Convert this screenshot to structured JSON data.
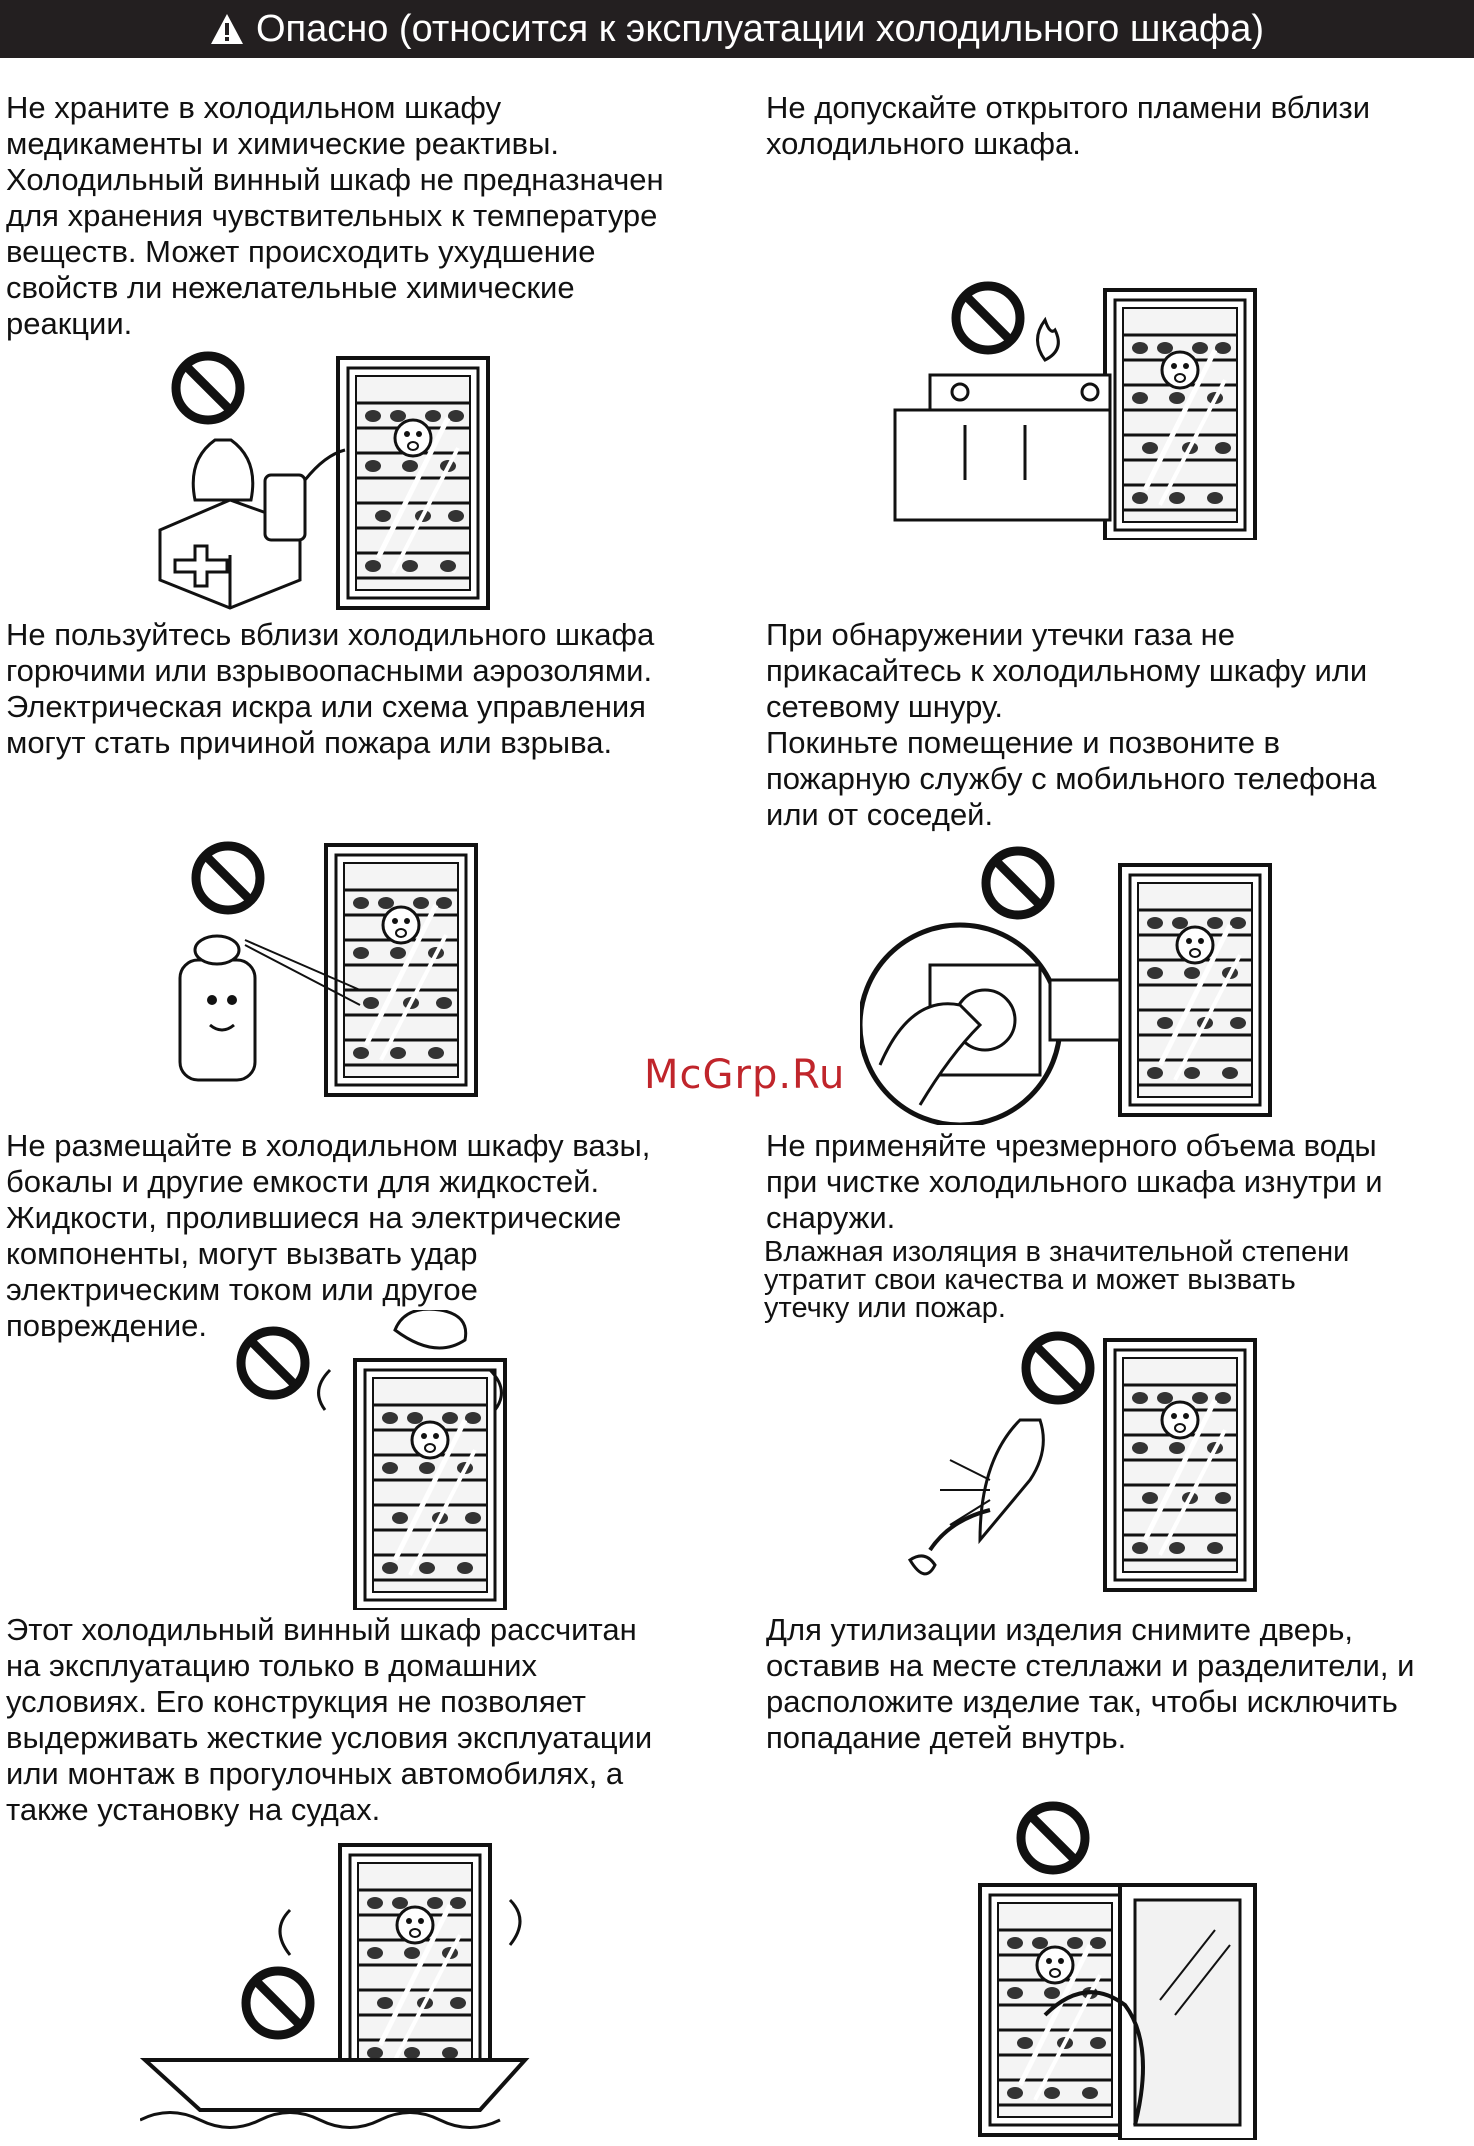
{
  "header": {
    "title": "Опасно (относится к эксплуатации холодильного шкафа)",
    "icon": "warning-triangle-icon"
  },
  "sections": [
    {
      "id": "medicines",
      "lines": [
        "Не храните в холодильном шкафу",
        "медикаменты и химические реактивы.",
        "Холодильный винный шкаф не предназначен",
        "для хранения чувствительных к температуре",
        "веществ. Может происходить ухудшение",
        "свойств ли нежелательные химические",
        "реакции."
      ]
    },
    {
      "id": "open-flame",
      "lines": [
        "Не допускайте открытого пламени вблизи",
        "холодильного шкафа."
      ]
    },
    {
      "id": "aerosols",
      "lines": [
        "Не пользуйтесь вблизи холодильного шкафа",
        "горючими или взрывоопасными аэрозолями.",
        "Электрическая искра или схема управления",
        "могут стать причиной пожара или взрыва."
      ]
    },
    {
      "id": "gas-leak",
      "lines": [
        "При обнаружении утечки газа не",
        "прикасайтесь к холодильному шкафу или",
        "сетевому шнуру.",
        "Покиньте помещение и позвоните в",
        "пожарную службу с мобильного телефона",
        "или от соседей."
      ]
    },
    {
      "id": "vases",
      "lines": [
        "Не размещайте в холодильном шкафу вазы,",
        "бокалы и другие емкости для жидкостей.",
        "Жидкости, пролившиеся на электрические",
        "компоненты, могут вызвать удар",
        "электрическим током или другое",
        "повреждение."
      ]
    },
    {
      "id": "water",
      "lines": [
        "Не применяйте чрезмерного объема воды",
        "при чистке холодильного шкафа изнутри и",
        "снаружи."
      ],
      "note_lines": [
        "Влажная изоляция в значительной степени",
        "утратит свои качества и может вызвать",
        "утечку или пожар."
      ]
    },
    {
      "id": "domestic",
      "lines": [
        "Этот холодильный винный шкаф рассчитан",
        "на эксплуатацию только в домашних",
        "условиях. Его конструкция не позволяет",
        "выдерживать жесткие условия эксплуатации",
        "или монтаж в прогулочных автомобилях, а",
        "также установку на судах."
      ]
    },
    {
      "id": "disposal",
      "lines": [
        "Для утилизации изделия снимите дверь,",
        "оставив на месте стеллажи и разделители, и",
        "расположите изделие так, чтобы исключить",
        "попадание детей внутрь."
      ]
    }
  ],
  "watermark": "McGrp.Ru"
}
